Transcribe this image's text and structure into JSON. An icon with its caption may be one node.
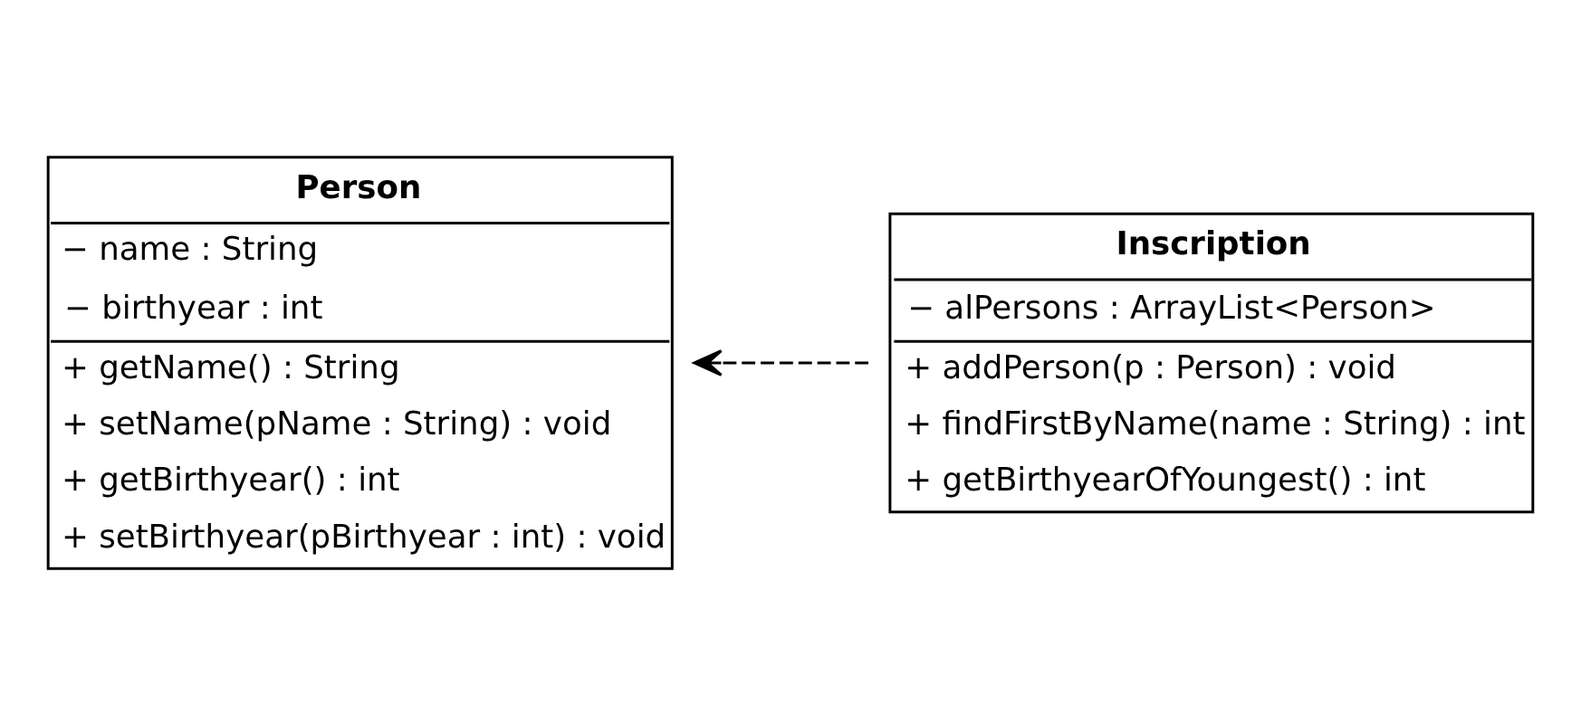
{
  "diagram": {
    "nodes": [
      {
        "text": [
          "Inscription",
          "− alPersons : ArrayList<Person>",
          "+ addPerson(p : Person) : void",
          "+ findFirstByName(name : String) : int",
          "+ getBirthyearOfYoungest() : int"
        ]
      },
      {
        "text": [
          "Person",
          "− name : String",
          "− birthyear : int",
          "+ getName() : String",
          "+ setName(pName : String) : void",
          "+ getBirthyear() : int",
          "+ setBirthyear(pBirthyear : int) : void"
        ]
      }
    ],
    "edges": [
      {
        "from": 0,
        "to": 1,
        "arrow": "to",
        "style": "dashed"
      }
    ]
  }
}
